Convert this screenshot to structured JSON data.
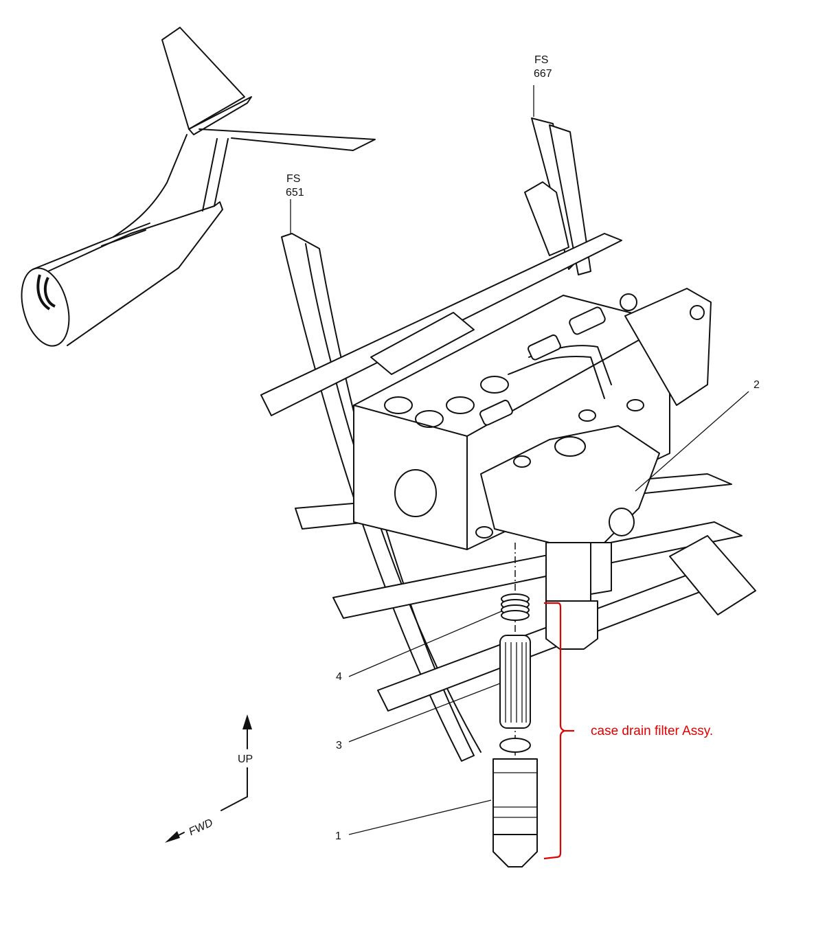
{
  "figure": {
    "station_labels": [
      {
        "prefix": "FS",
        "number": "667"
      },
      {
        "prefix": "FS",
        "number": "651"
      }
    ],
    "callouts": [
      {
        "index": "1",
        "part": "filter-bowl"
      },
      {
        "index": "2",
        "part": "filter-manifold"
      },
      {
        "index": "3",
        "part": "filter-element"
      },
      {
        "index": "4",
        "part": "spring"
      }
    ],
    "annotation": {
      "text": "case drain filter Assy.",
      "color": "#e00000"
    },
    "orientation": {
      "up_label": "UP",
      "fwd_label": "FWD"
    }
  }
}
